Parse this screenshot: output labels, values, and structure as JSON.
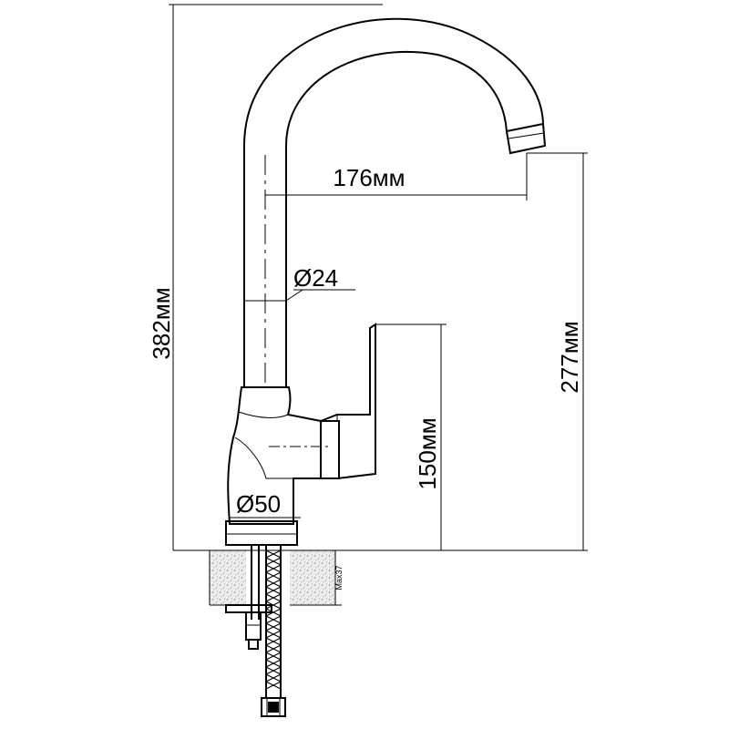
{
  "dimensions": {
    "total_height": "382мм",
    "spout_height": "277мм",
    "lever_height": "150мм",
    "spout_reach": "176мм",
    "tube_diameter": "Ø24",
    "base_diameter": "Ø50",
    "max_thickness": "Max37"
  },
  "colors": {
    "stroke": "#000000",
    "background": "#ffffff",
    "countertop_fill": "#e6e6e6"
  }
}
